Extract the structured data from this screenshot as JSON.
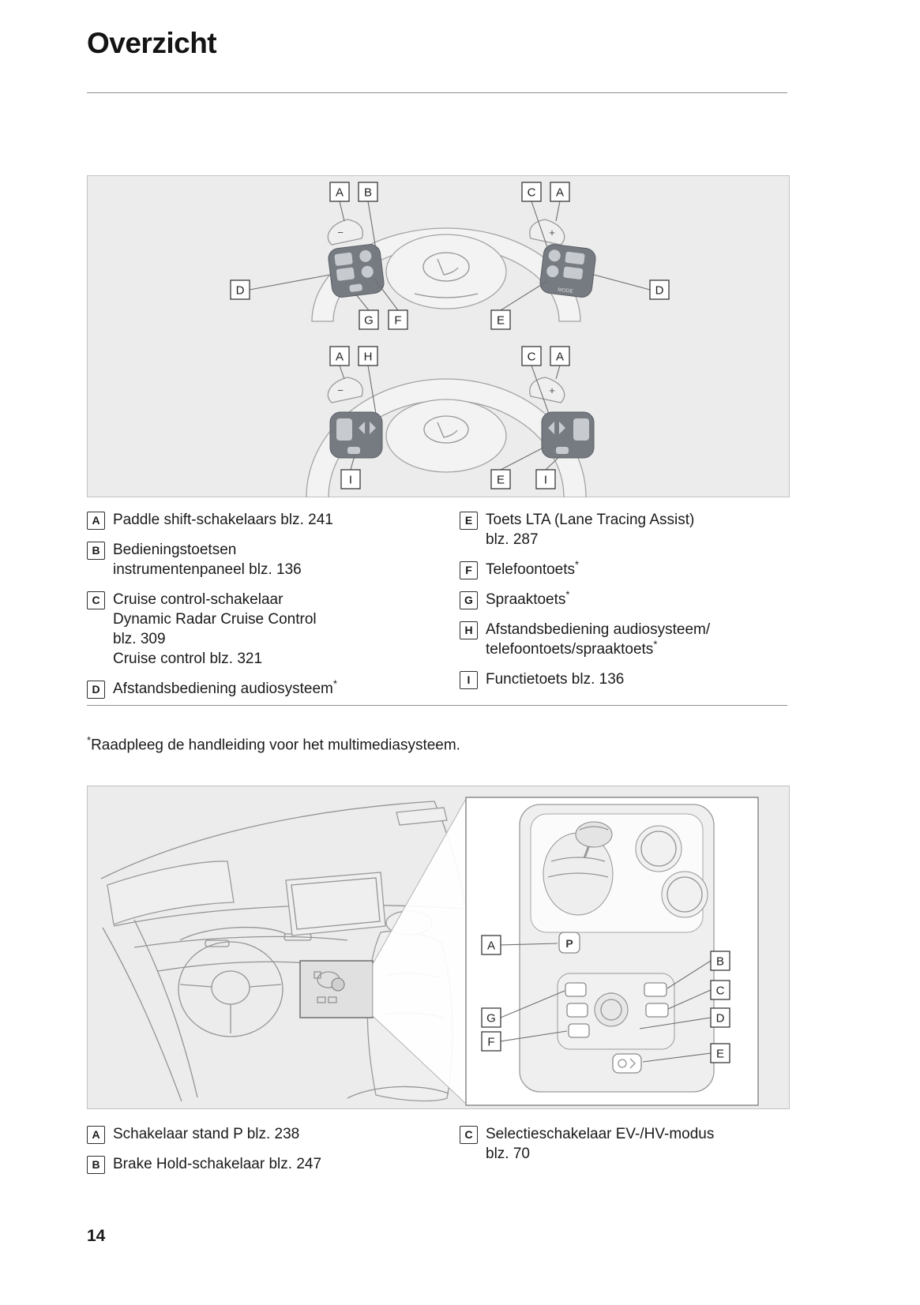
{
  "page": {
    "title": "Overzicht",
    "page_number": "14"
  },
  "footnote": {
    "sup": "*",
    "text": "Raadpleeg de handleiding voor het multimediasysteem."
  },
  "figure1": {
    "labels": [
      "A",
      "B",
      "C",
      "A",
      "D",
      "D",
      "G",
      "F",
      "E",
      "A",
      "H",
      "C",
      "A",
      "I",
      "E",
      "I"
    ],
    "symbols": {
      "minus": "−",
      "plus": "+",
      "mode": "MODE"
    }
  },
  "figure2": {
    "labels": [
      "A",
      "B",
      "C",
      "D",
      "G",
      "F",
      "E"
    ],
    "symbols": {
      "p": "P"
    }
  },
  "legend1": {
    "left": [
      {
        "key": "A",
        "line1": "Paddle shift-schakelaars blz. 241"
      },
      {
        "key": "B",
        "line1": "Bedieningstoetsen",
        "line2": "instrumentenpaneel blz. 136"
      },
      {
        "key": "C",
        "line1": "Cruise control-schakelaar",
        "line2": "Dynamic Radar Cruise Control",
        "line3": "blz. 309",
        "line4": "Cruise control blz. 321"
      },
      {
        "key": "D",
        "line1": "Afstandsbediening audiosysteem",
        "sup": "*"
      }
    ],
    "right": [
      {
        "key": "E",
        "line1": "Toets LTA (Lane Tracing Assist)",
        "line2": "blz. 287"
      },
      {
        "key": "F",
        "line1": "Telefoontoets",
        "sup": "*"
      },
      {
        "key": "G",
        "line1": "Spraaktoets",
        "sup": "*"
      },
      {
        "key": "H",
        "line1": "Afstandsbediening audiosysteem/",
        "line2": "telefoontoets/spraaktoets",
        "sup": "*"
      },
      {
        "key": "I",
        "line1": "Functietoets blz. 136"
      }
    ]
  },
  "legend2": {
    "left": [
      {
        "key": "A",
        "line1": "Schakelaar stand P blz. 238"
      },
      {
        "key": "B",
        "line1": "Brake Hold-schakelaar blz. 247"
      }
    ],
    "right": [
      {
        "key": "C",
        "line1": "Selectieschakelaar EV-/HV-modus",
        "line2": "blz. 70"
      }
    ]
  }
}
